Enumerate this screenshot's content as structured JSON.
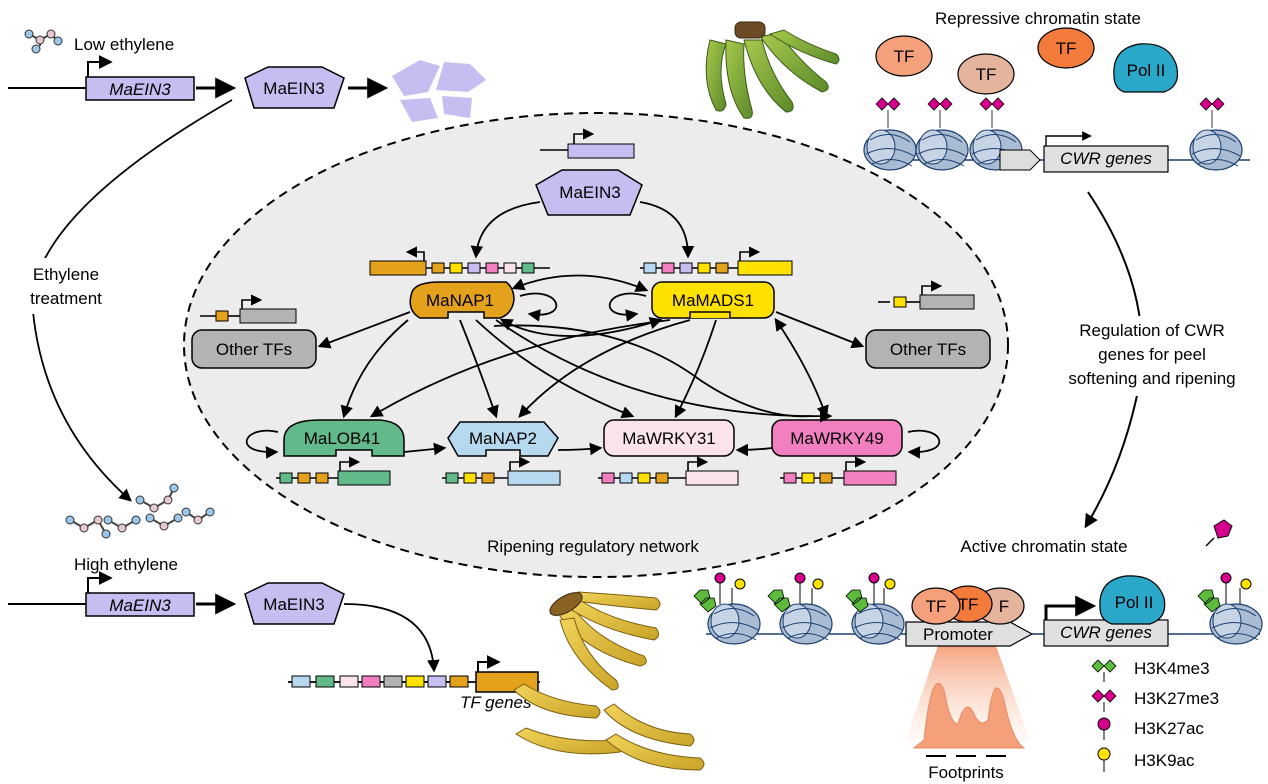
{
  "low_ethylene": {
    "label": "Low ethylene",
    "gene": "MaEIN3",
    "protein": "MaEIN3"
  },
  "high_ethylene": {
    "label": "High ethylene",
    "gene": "MaEIN3",
    "protein": "MaEIN3",
    "target": "TF genes"
  },
  "ethylene_treatment": {
    "line1": "Ethylene",
    "line2": "treatment"
  },
  "network": {
    "title": "Ripening regulatory network",
    "ein3": "MaEIN3",
    "nodes": {
      "nap1": "MaNAP1",
      "mads1": "MaMADS1",
      "lob41": "MaLOB41",
      "nap2": "MaNAP2",
      "wrky31": "MaWRKY31",
      "wrky49": "MaWRKY49",
      "other_left": "Other TFs",
      "other_right": "Other TFs"
    },
    "colors": {
      "nap1": "#e4a11b",
      "mads1": "#ffe100",
      "lob41": "#62b98a",
      "nap2": "#b6d9ef",
      "wrky31": "#fbe3ec",
      "wrky49": "#f27fbf",
      "other": "#b3b3b3",
      "ein3": "#c7bdf0"
    }
  },
  "repressive": {
    "title": "Repressive chromatin state",
    "tf": "TF",
    "pol": "Pol II",
    "gene": "CWR genes"
  },
  "regulation": {
    "line1": "Regulation of CWR",
    "line2": "genes for peel",
    "line3": "softening and ripening"
  },
  "active": {
    "title": "Active chromatin state",
    "tf": "TF",
    "tf_partial": "F",
    "pol": "Pol II",
    "promoter": "Promoter",
    "gene": "CWR genes",
    "footprints": "Footprints"
  },
  "legend": {
    "h3k4me3": "H3K4me3",
    "h3k27me3": "H3K27me3",
    "h3k27ac": "H3K27ac",
    "h3k9ac": "H3K9ac"
  }
}
